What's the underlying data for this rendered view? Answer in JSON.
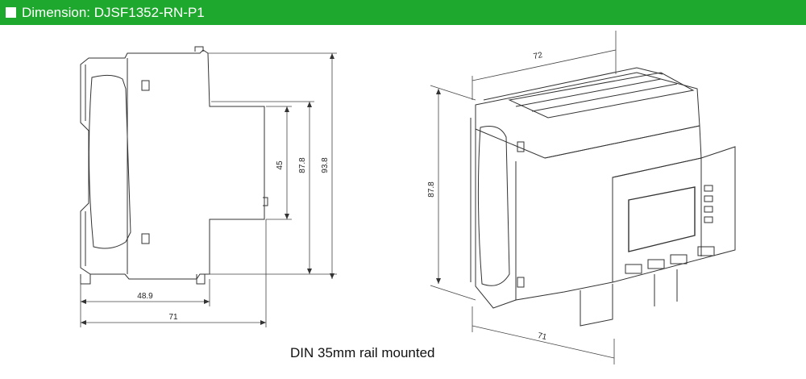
{
  "header": {
    "title": "Dimension: DJSF1352-RN-P1",
    "color": "#1fa82e"
  },
  "side_view": {
    "dims": {
      "width_base": "48.9",
      "width_total": "71",
      "rail_height": "45",
      "height_mid": "87.8",
      "height_total": "93.8"
    }
  },
  "iso_view": {
    "dims": {
      "top_width": "72",
      "height": "87.8",
      "depth": "71"
    }
  },
  "caption": "DIN 35mm rail mounted"
}
